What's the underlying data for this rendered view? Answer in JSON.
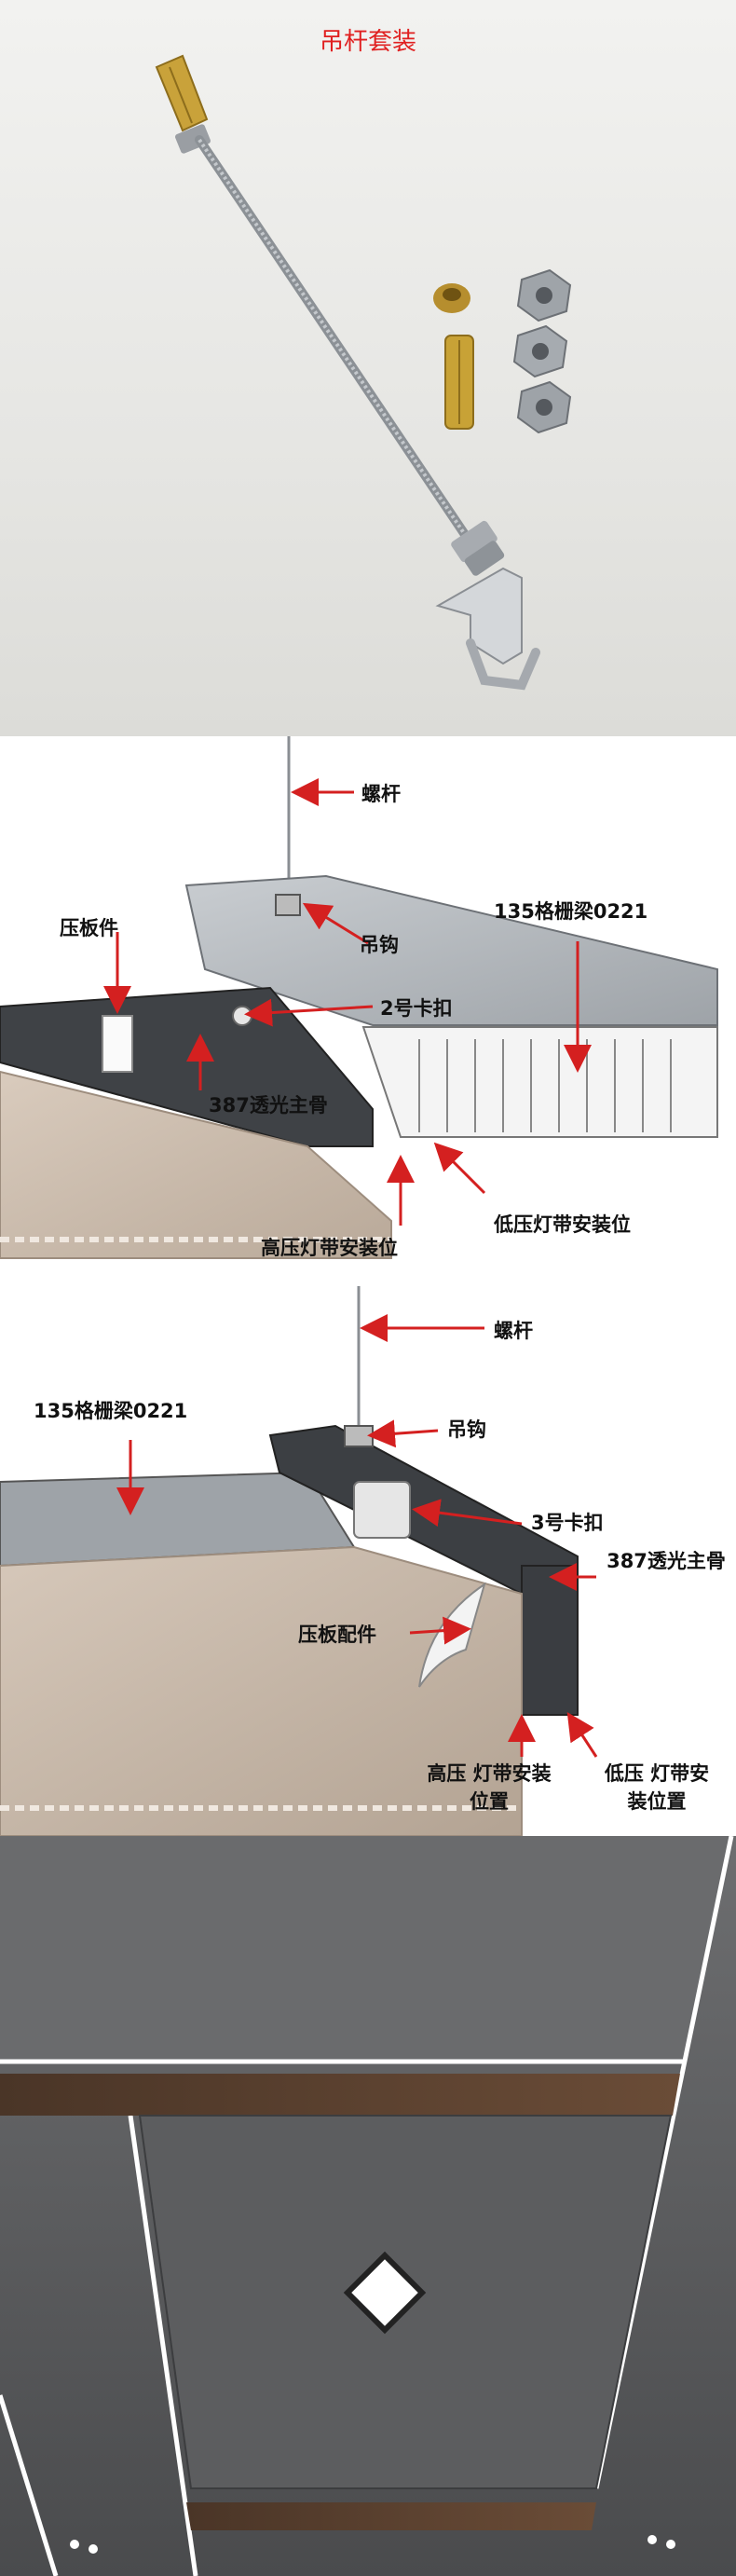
{
  "panel1": {
    "title": "吊杆套装"
  },
  "panel2": {
    "labels": {
      "screw_rod": "螺杆",
      "pressure_plate": "压板件",
      "hook": "吊钩",
      "grid_beam": "135格栅梁0221",
      "clip_2": "2号卡扣",
      "main_keel": "387透光主骨",
      "high_voltage": "高压灯带安装位",
      "low_voltage": "低压灯带安装位"
    }
  },
  "panel3": {
    "labels": {
      "screw_rod": "螺杆",
      "grid_beam": "135格栅梁0221",
      "hook": "吊钩",
      "clip_3": "3号卡扣",
      "main_keel": "387透光主骨",
      "pressure_fitting": "压板配件",
      "high_voltage": "高压 灯带安装位置",
      "low_voltage": "低压 灯带安装位置"
    }
  },
  "colors": {
    "arrow": "#d42020",
    "title": "#e02020"
  }
}
